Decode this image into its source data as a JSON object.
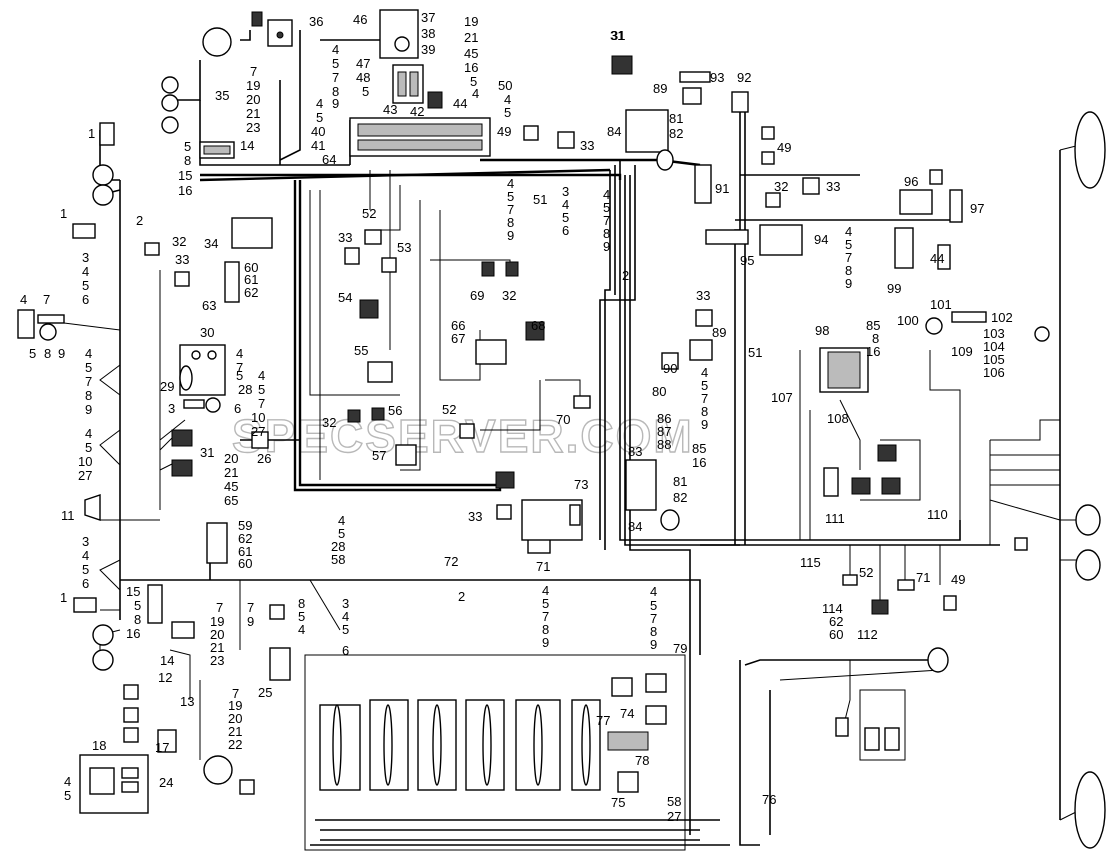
{
  "watermark": "SPECSERVER.COM",
  "labels": [
    {
      "id": "l36",
      "t": "36"
    },
    {
      "id": "l46",
      "t": "46"
    },
    {
      "id": "l37",
      "t": "37"
    },
    {
      "id": "l19a",
      "t": "19"
    },
    {
      "id": "l21a",
      "t": "21"
    },
    {
      "id": "l45a",
      "t": "45"
    },
    {
      "id": "l38",
      "t": "38"
    },
    {
      "id": "l39",
      "t": "39"
    },
    {
      "id": "l47",
      "t": "47"
    },
    {
      "id": "l48",
      "t": "48"
    },
    {
      "id": "l5a",
      "t": "5"
    },
    {
      "id": "l16a",
      "t": "16"
    },
    {
      "id": "l5b",
      "t": "5"
    },
    {
      "id": "l4a",
      "t": "4"
    },
    {
      "id": "l43",
      "t": "43"
    },
    {
      "id": "l42",
      "t": "42"
    },
    {
      "id": "l44a",
      "t": "44"
    },
    {
      "id": "l31a",
      "t": "31"
    },
    {
      "id": "l35",
      "t": "35"
    },
    {
      "id": "l7a",
      "t": "7"
    },
    {
      "id": "l19b",
      "t": "19"
    },
    {
      "id": "l20a",
      "t": "20"
    },
    {
      "id": "l21b",
      "t": "21"
    },
    {
      "id": "l23a",
      "t": "23"
    },
    {
      "id": "l4b",
      "t": "4"
    },
    {
      "id": "l5c",
      "t": "5"
    },
    {
      "id": "l7b",
      "t": "7"
    },
    {
      "id": "l8a",
      "t": "8"
    },
    {
      "id": "l9a",
      "t": "9"
    },
    {
      "id": "l4c",
      "t": "4"
    },
    {
      "id": "l5d",
      "t": "5"
    },
    {
      "id": "l40",
      "t": "40"
    },
    {
      "id": "l41",
      "t": "41"
    },
    {
      "id": "l64",
      "t": "64"
    },
    {
      "id": "l14a",
      "t": "14"
    },
    {
      "id": "l5e",
      "t": "5"
    },
    {
      "id": "l8b",
      "t": "8"
    },
    {
      "id": "l15a",
      "t": "15"
    },
    {
      "id": "l16b",
      "t": "16"
    },
    {
      "id": "l1a",
      "t": "1"
    },
    {
      "id": "l1b",
      "t": "1"
    },
    {
      "id": "l2a",
      "t": "2"
    },
    {
      "id": "l3a",
      "t": "3"
    },
    {
      "id": "l4d",
      "t": "4"
    },
    {
      "id": "l5f",
      "t": "5"
    },
    {
      "id": "l6a",
      "t": "6"
    },
    {
      "id": "l4e",
      "t": "4"
    },
    {
      "id": "l7c",
      "t": "7"
    },
    {
      "id": "l5g",
      "t": "5"
    },
    {
      "id": "l8c",
      "t": "8"
    },
    {
      "id": "l9b",
      "t": "9"
    },
    {
      "id": "l4f",
      "t": "4"
    },
    {
      "id": "l5h",
      "t": "5"
    },
    {
      "id": "l7d",
      "t": "7"
    },
    {
      "id": "l8d",
      "t": "8"
    },
    {
      "id": "l9c",
      "t": "9"
    },
    {
      "id": "l4g",
      "t": "4"
    },
    {
      "id": "l5i",
      "t": "5"
    },
    {
      "id": "l10a",
      "t": "10"
    },
    {
      "id": "l27a",
      "t": "27"
    },
    {
      "id": "l11",
      "t": "11"
    },
    {
      "id": "l3b",
      "t": "3"
    },
    {
      "id": "l4h",
      "t": "4"
    },
    {
      "id": "l5j",
      "t": "5"
    },
    {
      "id": "l6b",
      "t": "6"
    },
    {
      "id": "l1c",
      "t": "1"
    },
    {
      "id": "l32a",
      "t": "32"
    },
    {
      "id": "l33a",
      "t": "33"
    },
    {
      "id": "l34",
      "t": "34"
    },
    {
      "id": "l60a",
      "t": "60"
    },
    {
      "id": "l61a",
      "t": "61"
    },
    {
      "id": "l62a",
      "t": "62"
    },
    {
      "id": "l63",
      "t": "63"
    },
    {
      "id": "l30",
      "t": "30"
    },
    {
      "id": "l4i",
      "t": "4"
    },
    {
      "id": "l7e",
      "t": "7"
    },
    {
      "id": "l29",
      "t": "29"
    },
    {
      "id": "l5k",
      "t": "5"
    },
    {
      "id": "l28",
      "t": "28"
    },
    {
      "id": "l3c",
      "t": "3"
    },
    {
      "id": "l6c",
      "t": "6"
    },
    {
      "id": "l4j",
      "t": "4"
    },
    {
      "id": "l5l",
      "t": "5"
    },
    {
      "id": "l7f",
      "t": "7"
    },
    {
      "id": "l10b",
      "t": "10"
    },
    {
      "id": "l27b",
      "t": "27"
    },
    {
      "id": "l31b",
      "t": "31"
    },
    {
      "id": "l20b",
      "t": "20"
    },
    {
      "id": "l21c",
      "t": "21"
    },
    {
      "id": "l45b",
      "t": "45"
    },
    {
      "id": "l65",
      "t": "65"
    },
    {
      "id": "l26",
      "t": "26"
    },
    {
      "id": "l59",
      "t": "59"
    },
    {
      "id": "l62b",
      "t": "62"
    },
    {
      "id": "l61b",
      "t": "61"
    },
    {
      "id": "l60b",
      "t": "60"
    },
    {
      "id": "l15b",
      "t": "15"
    },
    {
      "id": "l5m",
      "t": "5"
    },
    {
      "id": "l8e",
      "t": "8"
    },
    {
      "id": "l16c",
      "t": "16"
    },
    {
      "id": "l14b",
      "t": "14"
    },
    {
      "id": "l7g",
      "t": "7"
    },
    {
      "id": "l19c",
      "t": "19"
    },
    {
      "id": "l20c",
      "t": "20"
    },
    {
      "id": "l21d",
      "t": "21"
    },
    {
      "id": "l23b",
      "t": "23"
    },
    {
      "id": "l7h",
      "t": "7"
    },
    {
      "id": "l9d",
      "t": "9"
    },
    {
      "id": "l8f",
      "t": "8"
    },
    {
      "id": "l5n",
      "t": "5"
    },
    {
      "id": "l4k",
      "t": "4"
    },
    {
      "id": "l3d",
      "t": "3"
    },
    {
      "id": "l4l",
      "t": "4"
    },
    {
      "id": "l5o",
      "t": "5"
    },
    {
      "id": "l6d",
      "t": "6"
    },
    {
      "id": "l25",
      "t": "25"
    },
    {
      "id": "l12",
      "t": "12"
    },
    {
      "id": "l13",
      "t": "13"
    },
    {
      "id": "l7i",
      "t": "7"
    },
    {
      "id": "l19d",
      "t": "19"
    },
    {
      "id": "l20d",
      "t": "20"
    },
    {
      "id": "l21e",
      "t": "21"
    },
    {
      "id": "l22",
      "t": "22"
    },
    {
      "id": "l17",
      "t": "17"
    },
    {
      "id": "l18",
      "t": "18"
    },
    {
      "id": "l4m",
      "t": "4"
    },
    {
      "id": "l5p",
      "t": "5"
    },
    {
      "id": "l24",
      "t": "24"
    },
    {
      "id": "l4n",
      "t": "4"
    },
    {
      "id": "l5q",
      "t": "5"
    },
    {
      "id": "l28b",
      "t": "28"
    },
    {
      "id": "l58a",
      "t": "58"
    },
    {
      "id": "l72",
      "t": "72"
    },
    {
      "id": "l2b",
      "t": "2"
    },
    {
      "id": "l33b",
      "t": "33"
    },
    {
      "id": "l71a",
      "t": "71"
    },
    {
      "id": "l73",
      "t": "73"
    },
    {
      "id": "l4o",
      "t": "4"
    },
    {
      "id": "l5r",
      "t": "5"
    },
    {
      "id": "l7j",
      "t": "7"
    },
    {
      "id": "l8g",
      "t": "8"
    },
    {
      "id": "l9e",
      "t": "9"
    },
    {
      "id": "l52a",
      "t": "52"
    },
    {
      "id": "l33c",
      "t": "33"
    },
    {
      "id": "l53",
      "t": "53"
    },
    {
      "id": "l54",
      "t": "54"
    },
    {
      "id": "l55",
      "t": "55"
    },
    {
      "id": "l32b",
      "t": "32"
    },
    {
      "id": "l56",
      "t": "56"
    },
    {
      "id": "l57",
      "t": "57"
    },
    {
      "id": "l52b",
      "t": "52"
    },
    {
      "id": "l70",
      "t": "70"
    },
    {
      "id": "l66",
      "t": "66"
    },
    {
      "id": "l67",
      "t": "67"
    },
    {
      "id": "l68",
      "t": "68"
    },
    {
      "id": "l69",
      "t": "69"
    },
    {
      "id": "l32c",
      "t": "32"
    },
    {
      "id": "l50",
      "t": "50"
    },
    {
      "id": "l4p",
      "t": "4"
    },
    {
      "id": "l5s",
      "t": "5"
    },
    {
      "id": "l49a",
      "t": "49"
    },
    {
      "id": "l33d",
      "t": "33"
    },
    {
      "id": "l4q",
      "t": "4"
    },
    {
      "id": "l5t",
      "t": "5"
    },
    {
      "id": "l7k",
      "t": "7"
    },
    {
      "id": "l8h",
      "t": "8"
    },
    {
      "id": "l9f",
      "t": "9"
    },
    {
      "id": "l51a",
      "t": "51"
    },
    {
      "id": "l3e",
      "t": "3"
    },
    {
      "id": "l4r",
      "t": "4"
    },
    {
      "id": "l5u",
      "t": "5"
    },
    {
      "id": "l6e",
      "t": "6"
    },
    {
      "id": "l4s",
      "t": "4"
    },
    {
      "id": "l5v",
      "t": "5"
    },
    {
      "id": "l7l",
      "t": "7"
    },
    {
      "id": "l8i",
      "t": "8"
    },
    {
      "id": "l9g",
      "t": "9"
    },
    {
      "id": "l2c",
      "t": "2"
    },
    {
      "id": "l31c",
      "t": "31"
    },
    {
      "id": "l84a",
      "t": "84"
    },
    {
      "id": "l81a",
      "t": "81"
    },
    {
      "id": "l82a",
      "t": "82"
    },
    {
      "id": "l89a",
      "t": "89"
    },
    {
      "id": "l93",
      "t": "93"
    },
    {
      "id": "l92",
      "t": "92"
    },
    {
      "id": "l91",
      "t": "91"
    },
    {
      "id": "l49b",
      "t": "49"
    },
    {
      "id": "l32d",
      "t": "32"
    },
    {
      "id": "l33e",
      "t": "33"
    },
    {
      "id": "l94",
      "t": "94"
    },
    {
      "id": "l95",
      "t": "95"
    },
    {
      "id": "l96",
      "t": "96"
    },
    {
      "id": "l97",
      "t": "97"
    },
    {
      "id": "l4t",
      "t": "4"
    },
    {
      "id": "l5w",
      "t": "5"
    },
    {
      "id": "l7m",
      "t": "7"
    },
    {
      "id": "l8j",
      "t": "8"
    },
    {
      "id": "l9h",
      "t": "9"
    },
    {
      "id": "l44b",
      "t": "44"
    },
    {
      "id": "l99",
      "t": "99"
    },
    {
      "id": "l33f",
      "t": "33"
    },
    {
      "id": "l89b",
      "t": "89"
    },
    {
      "id": "l90",
      "t": "90"
    },
    {
      "id": "l51b",
      "t": "51"
    },
    {
      "id": "l80",
      "t": "80"
    },
    {
      "id": "l4u",
      "t": "4"
    },
    {
      "id": "l5x",
      "t": "5"
    },
    {
      "id": "l7n",
      "t": "7"
    },
    {
      "id": "l8k",
      "t": "8"
    },
    {
      "id": "l9i",
      "t": "9"
    },
    {
      "id": "l86",
      "t": "86"
    },
    {
      "id": "l87",
      "t": "87"
    },
    {
      "id": "l88",
      "t": "88"
    },
    {
      "id": "l83",
      "t": "83"
    },
    {
      "id": "l85",
      "t": "85"
    },
    {
      "id": "l16d",
      "t": "16"
    },
    {
      "id": "l81b",
      "t": "81"
    },
    {
      "id": "l82b",
      "t": "82"
    },
    {
      "id": "l84b",
      "t": "84"
    },
    {
      "id": "l98",
      "t": "98"
    },
    {
      "id": "l85b",
      "t": "85"
    },
    {
      "id": "l8l",
      "t": "8"
    },
    {
      "id": "l16e",
      "t": "16"
    },
    {
      "id": "l100",
      "t": "100"
    },
    {
      "id": "l101",
      "t": "101"
    },
    {
      "id": "l102",
      "t": "102"
    },
    {
      "id": "l109",
      "t": "109"
    },
    {
      "id": "l103",
      "t": "103"
    },
    {
      "id": "l104",
      "t": "104"
    },
    {
      "id": "l105",
      "t": "105"
    },
    {
      "id": "l106",
      "t": "106"
    },
    {
      "id": "l107",
      "t": "107"
    },
    {
      "id": "l108",
      "t": "108"
    },
    {
      "id": "l111",
      "t": "111"
    },
    {
      "id": "l110",
      "t": "110"
    },
    {
      "id": "l115",
      "t": "115"
    },
    {
      "id": "l52c",
      "t": "52"
    },
    {
      "id": "l71b",
      "t": "71"
    },
    {
      "id": "l49c",
      "t": "49"
    },
    {
      "id": "l4v",
      "t": "4"
    },
    {
      "id": "l5y",
      "t": "5"
    },
    {
      "id": "l7o",
      "t": "7"
    },
    {
      "id": "l8m",
      "t": "8"
    },
    {
      "id": "l9j",
      "t": "9"
    },
    {
      "id": "l79",
      "t": "79"
    },
    {
      "id": "l74",
      "t": "74"
    },
    {
      "id": "l77",
      "t": "77"
    },
    {
      "id": "l78",
      "t": "78"
    },
    {
      "id": "l75",
      "t": "75"
    },
    {
      "id": "l58b",
      "t": "58"
    },
    {
      "id": "l27c",
      "t": "27"
    },
    {
      "id": "l76",
      "t": "76"
    },
    {
      "id": "l114",
      "t": "114"
    },
    {
      "id": "l62c",
      "t": "62"
    },
    {
      "id": "l60c",
      "t": "60"
    },
    {
      "id": "l112",
      "t": "112"
    }
  ]
}
